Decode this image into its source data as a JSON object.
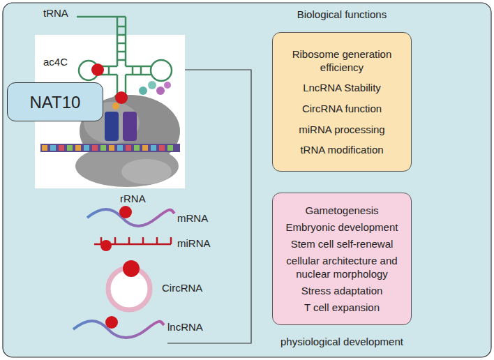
{
  "diagram": {
    "nodes": [
      {
        "text": [
          "NAT10"
        ]
      },
      {
        "text": [
          "Biological functions",
          "Ribosome generation efficiency",
          "LncRNA Stability",
          "CircRNA function",
          "miRNA processing",
          "tRNA modification"
        ]
      },
      {
        "text": [
          "Gametogenesis",
          "Embryonic development",
          "Stem cell self-renewal",
          "cellular architecture and nuclear morphology",
          "Stress adaptation",
          "T cell expansion",
          "physiological development"
        ]
      }
    ],
    "labels": [
      "tRNA",
      "ac4C",
      "rRNA",
      "mRNA",
      "miRNA",
      "CircRNA",
      "lncRNA"
    ]
  }
}
